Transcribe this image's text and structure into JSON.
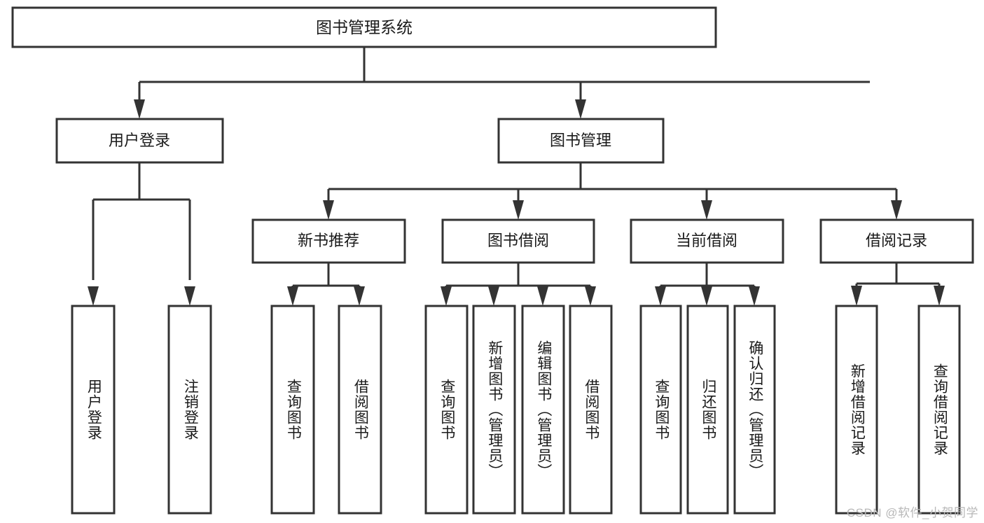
{
  "diagram": {
    "title": "图书管理系统",
    "type": "tree-hierarchy-flowchart",
    "colors": {
      "stroke": "#333333",
      "node_fill": "#ffffff",
      "text": "#1a1a1a",
      "background": "#ffffff",
      "watermark": "#b8b8b8"
    },
    "root": {
      "label": "图书管理系统"
    },
    "level2": [
      {
        "label": "用户登录"
      },
      {
        "label": "图书管理"
      }
    ],
    "level3": [
      {
        "label": "新书推荐"
      },
      {
        "label": "图书借阅"
      },
      {
        "label": "当前借阅"
      },
      {
        "label": "借阅记录"
      }
    ],
    "leaves": {
      "user_login": [
        {
          "label": "用户登录"
        },
        {
          "label": "注销登录"
        }
      ],
      "new_book_recommend": [
        {
          "label": "查询图书"
        },
        {
          "label": "借阅图书"
        }
      ],
      "book_borrow": [
        {
          "label": "查询图书"
        },
        {
          "label": "新增图书（管理员）"
        },
        {
          "label": "编辑图书（管理员）"
        },
        {
          "label": "借阅图书"
        }
      ],
      "current_borrow": [
        {
          "label": "查询图书"
        },
        {
          "label": "归还图书"
        },
        {
          "label": "确认归还（管理员）"
        }
      ],
      "borrow_record": [
        {
          "label": "新增借阅记录"
        },
        {
          "label": "查询借阅记录"
        }
      ]
    }
  },
  "watermark": {
    "text": "CSDN @软件_小贺同学"
  }
}
